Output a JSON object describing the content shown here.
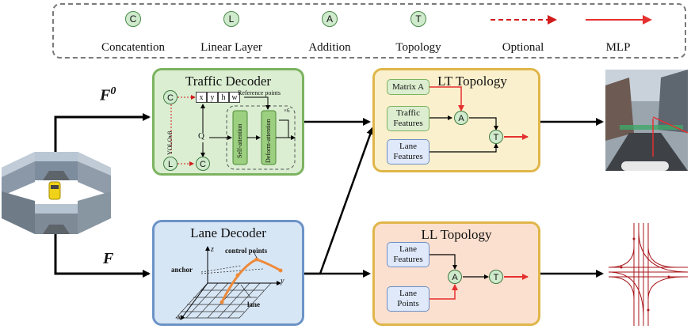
{
  "legend": {
    "items": [
      {
        "symbol": "C",
        "label": "Concatention"
      },
      {
        "symbol": "L",
        "label": "Linear Layer"
      },
      {
        "symbol": "A",
        "label": "Addition"
      },
      {
        "symbol": "T",
        "label": "Topology"
      },
      {
        "symbol": "",
        "label": "Optional"
      },
      {
        "symbol": "",
        "label": "MLP"
      }
    ]
  },
  "inputs": {
    "f0_label": "F",
    "f0_superscript": "0",
    "f_label": "F"
  },
  "traffic_decoder": {
    "title": "Traffic Decoder",
    "concat_symbol": "C",
    "linear_symbol": "L",
    "concat2_symbol": "C",
    "yolo_label": "YOLOv8",
    "ref_cells": [
      "x",
      "y",
      "h",
      "w"
    ],
    "ref_points_label": "Reference points",
    "q_label": "Q",
    "self_attention": "Self-attention",
    "deform_attention": "Deform-attention",
    "repeat_label": "×6"
  },
  "lane_decoder": {
    "title": "Lane Decoder",
    "control_points": "control points",
    "anchor": "anchor",
    "lane": "lane",
    "axis_z": "z",
    "axis_y": "y",
    "axis_x": "x"
  },
  "lt_topology": {
    "title": "LT Topology",
    "matrix_a": "Matrix A",
    "traffic_features": "Traffic Features",
    "lane_features": "Lane Features",
    "add_symbol": "A",
    "topo_symbol": "T"
  },
  "ll_topology": {
    "title": "LL Topology",
    "lane_features": "Lane Features",
    "lane_points": "Lane Points",
    "add_symbol": "A",
    "topo_symbol": "T"
  },
  "colors": {
    "traffic_fill": "#dbeed2",
    "lane_fill": "#d7e6f5",
    "lt_fill": "#fbf0cd",
    "ll_fill": "#fce0cf",
    "mlp_arrow": "#e53030",
    "optional_arrow": "#d11b1b"
  }
}
